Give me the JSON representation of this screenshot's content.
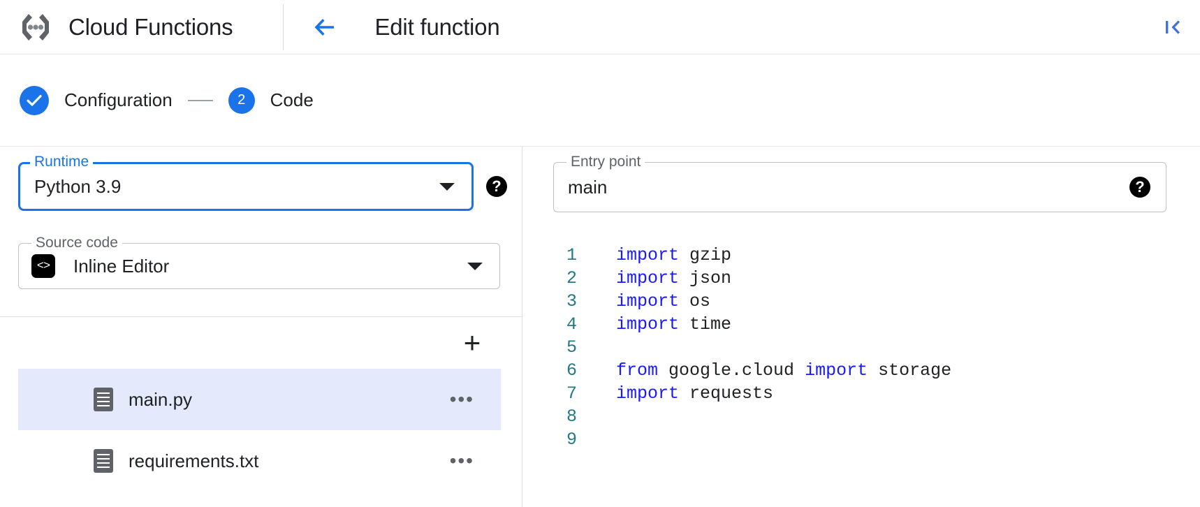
{
  "appbar": {
    "logo_icon": "cloud-functions-logo",
    "product_title": "Cloud Functions",
    "back_icon": "arrow-left-icon",
    "page_title": "Edit function",
    "collapse_icon": "first-page-icon"
  },
  "stepper": {
    "steps": [
      {
        "marker": "✓",
        "label": "Configuration",
        "state": "completed"
      },
      {
        "marker": "2",
        "label": "Code",
        "state": "active"
      }
    ],
    "connector": "—"
  },
  "form": {
    "runtime": {
      "legend": "Runtime",
      "value": "Python 3.9",
      "dropdown_icon": "chevron-down-icon",
      "help_icon": "help-icon",
      "help_glyph": "?"
    },
    "entry_point": {
      "legend": "Entry point",
      "value": "main",
      "help_icon": "help-icon",
      "help_glyph": "?"
    },
    "source_code": {
      "legend": "Source code",
      "value": "Inline Editor",
      "badge_icon": "code-brackets-icon",
      "badge_glyph": "<>",
      "dropdown_icon": "chevron-down-icon"
    }
  },
  "files": {
    "add_label": "+",
    "add_icon": "plus-icon",
    "menu_glyph": "•••",
    "items": [
      {
        "name": "main.py",
        "icon": "file-icon",
        "selected": true
      },
      {
        "name": "requirements.txt",
        "icon": "file-icon",
        "selected": false
      }
    ]
  },
  "editor": {
    "language": "python",
    "lines": [
      {
        "num": "1",
        "tokens": [
          {
            "t": "import",
            "k": true
          },
          {
            "t": " gzip",
            "k": false
          }
        ]
      },
      {
        "num": "2",
        "tokens": [
          {
            "t": "import",
            "k": true
          },
          {
            "t": " json",
            "k": false
          }
        ]
      },
      {
        "num": "3",
        "tokens": [
          {
            "t": "import",
            "k": true
          },
          {
            "t": " os",
            "k": false
          }
        ]
      },
      {
        "num": "4",
        "tokens": [
          {
            "t": "import",
            "k": true
          },
          {
            "t": " time",
            "k": false
          }
        ]
      },
      {
        "num": "5",
        "tokens": []
      },
      {
        "num": "6",
        "tokens": [
          {
            "t": "from",
            "k": true
          },
          {
            "t": " google.cloud ",
            "k": false
          },
          {
            "t": "import",
            "k": true
          },
          {
            "t": " storage",
            "k": false
          }
        ]
      },
      {
        "num": "7",
        "tokens": [
          {
            "t": "import",
            "k": true
          },
          {
            "t": " requests",
            "k": false
          }
        ]
      },
      {
        "num": "8",
        "tokens": []
      },
      {
        "num": "9",
        "tokens": []
      }
    ]
  },
  "colors": {
    "accent_blue": "#1a73e8",
    "keyword_blue": "#1a1aff",
    "gutter_teal": "#237a85",
    "selected_row": "#e4eafb",
    "text_primary": "#202124",
    "text_secondary": "#5f6368",
    "border": "#bdc1c6"
  }
}
